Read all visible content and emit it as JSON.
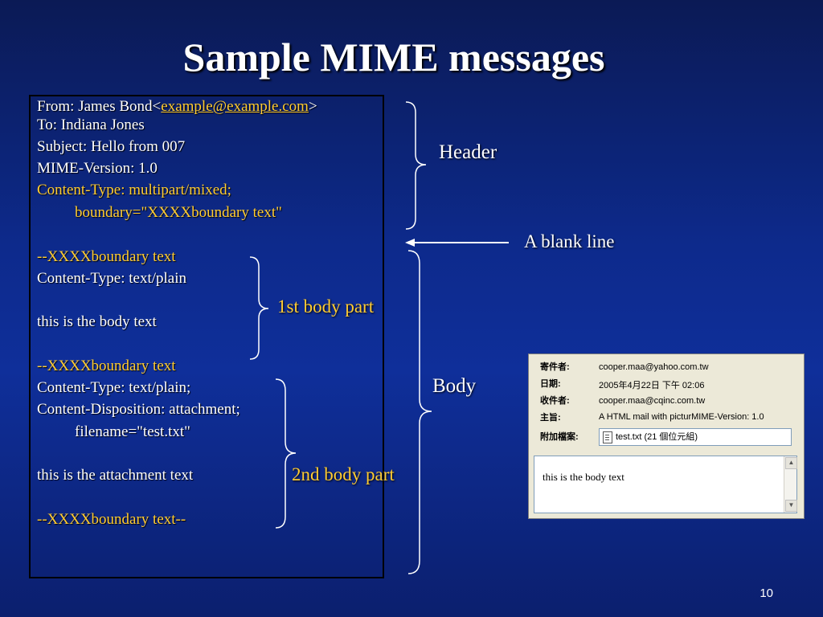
{
  "title": "Sample MIME messages",
  "message": {
    "from_prefix": "From: James Bond<",
    "from_email": "example@example.com",
    "from_suffix": ">",
    "to": "To: Indiana Jones",
    "subject": "Subject: Hello from 007",
    "mime_version": "MIME-Version: 1.0",
    "content_type": "Content-Type: multipart/mixed;",
    "boundary": "boundary=\"XXXXboundary text\"",
    "boundary1": "--XXXXboundary text",
    "part1_type": "Content-Type: text/plain",
    "part1_body": "this is the body text",
    "boundary2": "--XXXXboundary text",
    "part2_type": "Content-Type: text/plain;",
    "part2_disposition": "Content-Disposition: attachment;",
    "part2_filename": "filename=\"test.txt\"",
    "part2_body": "this is the attachment text",
    "boundary_end": "--XXXXboundary text--"
  },
  "labels": {
    "header": "Header",
    "blank_line": "A blank line",
    "body": "Body",
    "part1": "1st body part",
    "part2": "2nd body part"
  },
  "mail_client": {
    "sender_key": "寄件者:",
    "sender_val": "cooper.maa@yahoo.com.tw",
    "date_key": "日期:",
    "date_val": "2005年4月22日 下午 02:06",
    "recipient_key": "收件者:",
    "recipient_val": "cooper.maa@cqinc.com.tw",
    "subject_key": "主旨:",
    "subject_val": "A HTML mail with picturMIME-Version: 1.0",
    "attach_key": "附加檔案:",
    "attach_val": "test.txt (21 個位元組)",
    "body_text": "this is the body text"
  },
  "page_number": "10",
  "colors": {
    "highlight": "#ffcc33",
    "background": "#0d2a8c"
  }
}
